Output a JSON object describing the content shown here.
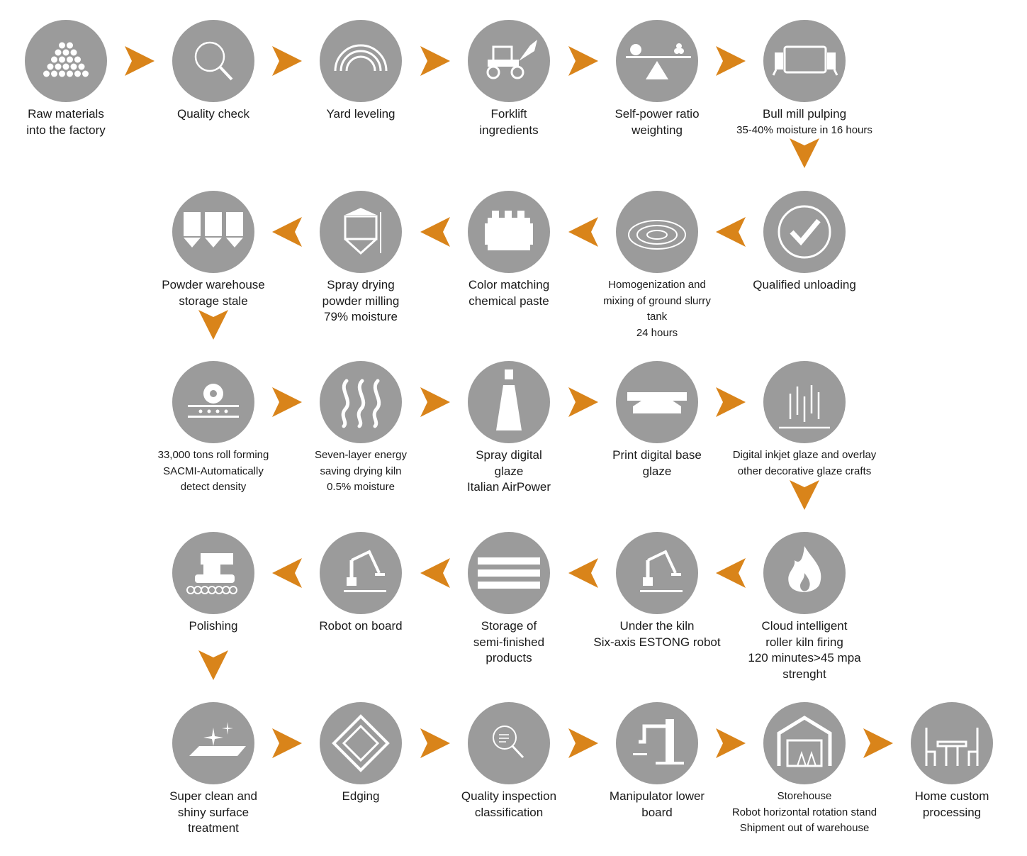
{
  "colors": {
    "circle": "#9b9b9b",
    "arrow": "#d9841a",
    "icon": "#ffffff",
    "text": "#1a1a1a"
  },
  "steps": [
    {
      "icon": "pile-icon",
      "lines": [
        "Raw materials",
        "into the factory"
      ]
    },
    {
      "icon": "magnifier-icon",
      "lines": [
        "Quality check"
      ]
    },
    {
      "icon": "arch-icon",
      "lines": [
        "Yard leveling"
      ]
    },
    {
      "icon": "forklift-icon",
      "lines": [
        "Forklift",
        "ingredients"
      ]
    },
    {
      "icon": "balance-icon",
      "lines": [
        "Self-power ratio",
        "weighting"
      ]
    },
    {
      "icon": "ball-mill-icon",
      "lines": [
        "Bull mill pulping",
        "35-40% moisture in 16 hours"
      ]
    },
    {
      "icon": "check-icon",
      "lines": [
        "Qualified unloading"
      ]
    },
    {
      "icon": "swirl-icon",
      "small": true,
      "lines": [
        "Homogenization and",
        "mixing of ground slurry",
        "tank",
        "24 hours"
      ]
    },
    {
      "icon": "tank-icon",
      "lines": [
        "Color matching",
        "chemical paste"
      ]
    },
    {
      "icon": "spray-tower-icon",
      "lines": [
        "Spray drying",
        "powder milling",
        "79% moisture"
      ]
    },
    {
      "icon": "silos-icon",
      "lines": [
        "Powder warehouse",
        "storage stale"
      ]
    },
    {
      "icon": "press-roll-icon",
      "small": true,
      "lines": [
        "33,000 tons roll forming",
        "SACMI-Automatically",
        "detect density"
      ]
    },
    {
      "icon": "heat-waves-icon",
      "small": true,
      "lines": [
        "Seven-layer energy",
        "saving drying kiln",
        "0.5% moisture"
      ]
    },
    {
      "icon": "spray-cone-icon",
      "lines": [
        "Spray digital",
        "glaze",
        "Italian AirPower"
      ]
    },
    {
      "icon": "printer-icon",
      "lines": [
        "Print digital base",
        "glaze"
      ]
    },
    {
      "icon": "inkjet-lines-icon",
      "small": true,
      "lines": [
        "Digital inkjet glaze and overlay",
        "other decorative glaze crafts"
      ]
    },
    {
      "icon": "fire-icon",
      "lines": [
        "Cloud intelligent",
        "roller kiln firing",
        "120 minutes>45 mpa",
        "strenght"
      ]
    },
    {
      "icon": "robot-arm-icon",
      "lines": [
        "Under the kiln",
        "Six-axis ESTONG robot"
      ]
    },
    {
      "icon": "stack-icon",
      "lines": [
        "Storage of",
        "semi-finished",
        "products"
      ]
    },
    {
      "icon": "robot-arm-icon",
      "lines": [
        "Robot on board"
      ]
    },
    {
      "icon": "polisher-icon",
      "lines": [
        "Polishing"
      ]
    },
    {
      "icon": "sparkle-surface-icon",
      "lines": [
        "Super clean and",
        "shiny surface",
        "treatment"
      ]
    },
    {
      "icon": "diamond-icon",
      "lines": [
        "Edging"
      ]
    },
    {
      "icon": "inspect-icon",
      "lines": [
        "Quality inspection",
        "classification"
      ]
    },
    {
      "icon": "manipulator-icon",
      "lines": [
        "Manipulator lower",
        "board"
      ]
    },
    {
      "icon": "warehouse-icon",
      "small": true,
      "lines": [
        "Storehouse",
        "Robot horizontal rotation stand",
        "Shipment out of warehouse"
      ]
    },
    {
      "icon": "table-chairs-icon",
      "lines": [
        "Home custom",
        "processing"
      ]
    }
  ]
}
